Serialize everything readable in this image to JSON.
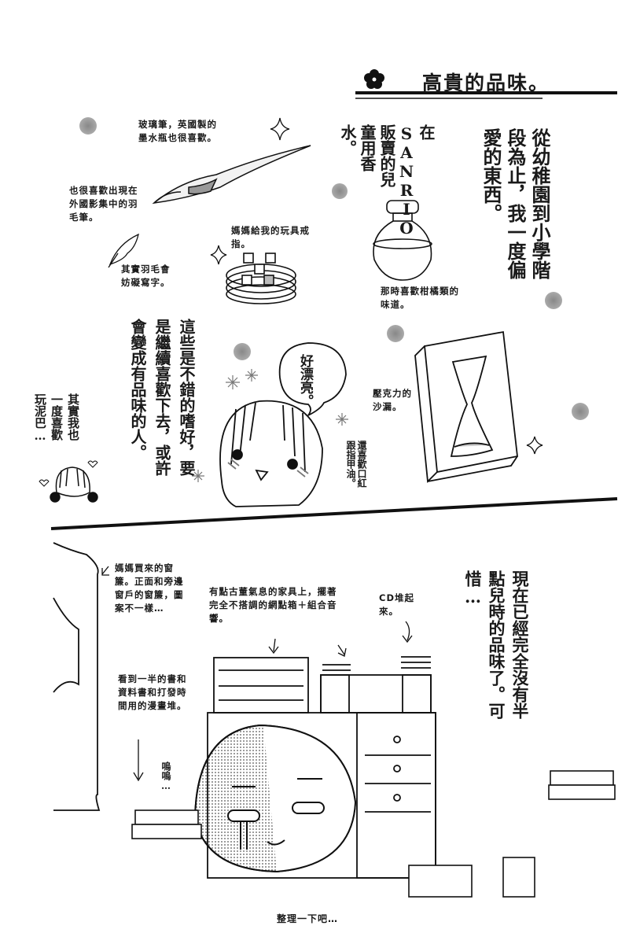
{
  "header": {
    "icon": "flower-icon",
    "title": "高貴的品味。"
  },
  "top_panel": {
    "intro": "從幼稚園到小學階段為止，我一度偏愛的東西。",
    "perfume_note": "在SANRIO販賣的兒童用香水。",
    "perfume_caption": "那時喜歡柑橘類的味道。",
    "glass_pen_note": "玻璃筆，英國製的墨水瓶也很喜歡。",
    "quill_note": "也很喜歡出現在外國影集中的羽毛筆。",
    "quill_aside": "其實羽毛會妨礙寫字。",
    "ring_note": "媽媽給我的玩具戒指。",
    "hourglass_note": "壓克力的沙漏。",
    "nail_note": "還喜歡口紅跟指甲油。",
    "speech_bubble": "好漂亮。",
    "reflection": "這些是不錯的嗜好，要是繼續喜歡下去，或許會變成有品味的人。",
    "mud_aside": "其實我也一度喜歡玩泥巴…"
  },
  "bottom_panel": {
    "curtain_note": "媽媽買來的窗簾。正面和旁邊窗戶的窗簾，圖案不一樣…",
    "furniture_note": "有點古董氣息的家具上，擺著完全不搭調的網點箱＋組合音響。",
    "cd_note": "CD堆起來。",
    "books_note": "看到一半的書和資料書和打發時間用的漫畫堆。",
    "sob": "嗚嗚…",
    "lament": "現在已經完全沒有半點兒時的品味了。可惜…",
    "caption": "整理一下吧…"
  }
}
